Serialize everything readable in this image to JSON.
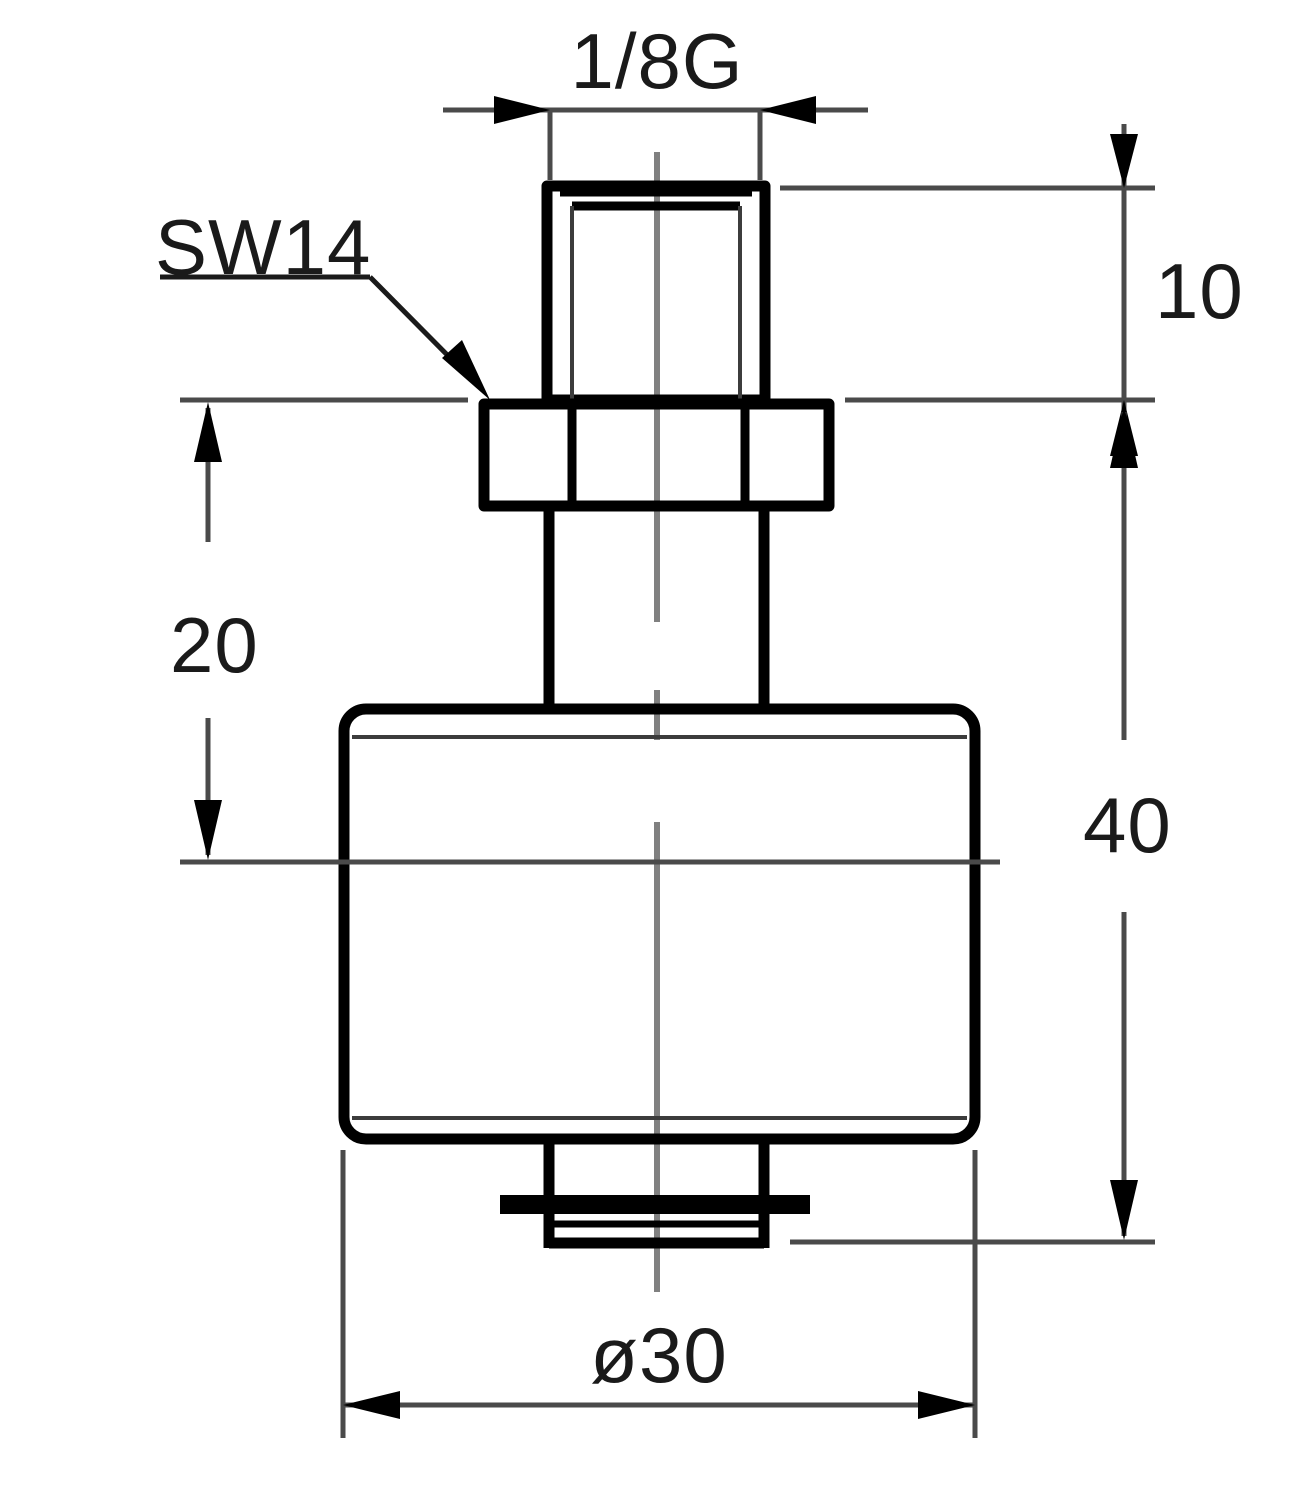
{
  "drawing": {
    "title": "Technical part drawing - threaded sensor body",
    "units": "mm",
    "background_color": "#ffffff",
    "line_color": "#000000",
    "dimension_color": "#4a4a4a",
    "centerline_color": "#808080"
  },
  "dimensions": {
    "thread_size": "1/8G",
    "wrench_flat": "SW14",
    "thread_length": "10",
    "neck_length": "20",
    "body_height": "40",
    "body_diameter": "ø30"
  },
  "labels": {
    "top_thread": "1/8G",
    "hex_callout": "SW14",
    "right_upper": "10",
    "left_mid": "20",
    "right_lower": "40",
    "bottom_diameter": "ø30"
  }
}
